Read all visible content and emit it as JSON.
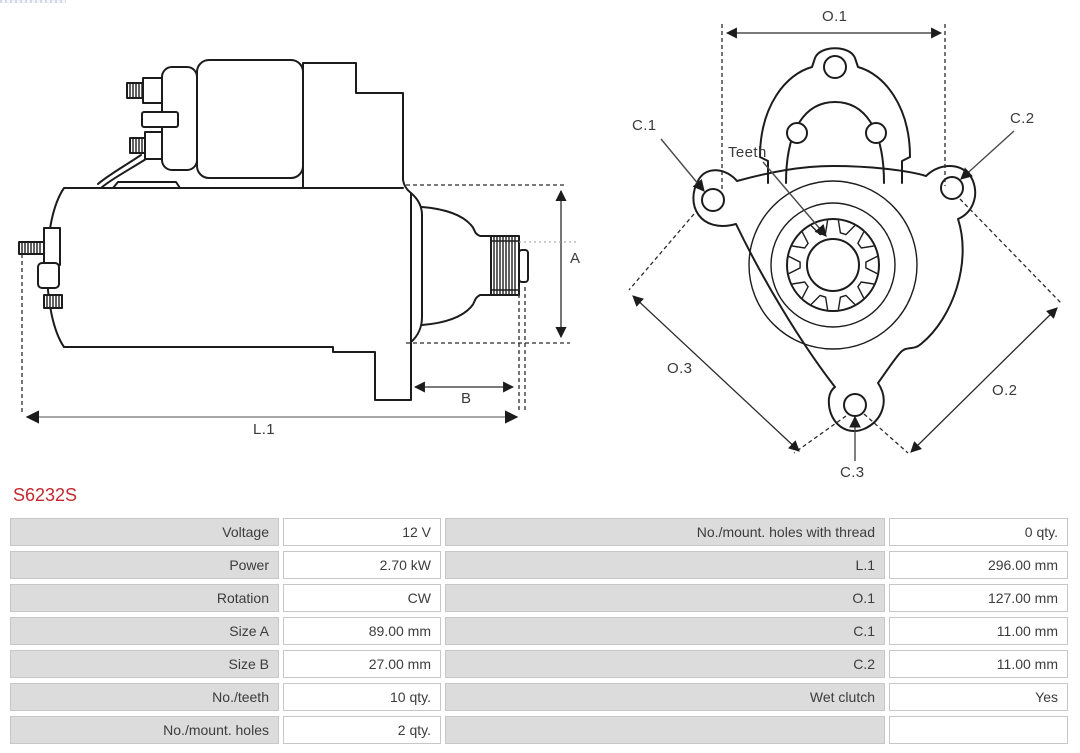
{
  "part_number": {
    "text": "S6232S",
    "color": "#c3292e"
  },
  "colors": {
    "line": "#1c1c1c",
    "accent_red": "#c3292e",
    "cell_label_bg": "#dcdcdc",
    "cell_border": "#c7c7c7",
    "text": "#3c3c3c"
  },
  "drawing": {
    "side_view_labels": {
      "A": "A",
      "B": "B",
      "L1": "L.1"
    },
    "front_view_labels": {
      "O1": "O.1",
      "O2": "O.2",
      "O3": "O.3",
      "C1": "C.1",
      "C2": "C.2",
      "C3": "C.3",
      "TEETH": "Teeth"
    }
  },
  "spec_table": {
    "rows": [
      {
        "l_label": "Voltage",
        "l_value": "12 V",
        "r_label": "No./mount. holes with thread",
        "r_value": "0 qty."
      },
      {
        "l_label": "Power",
        "l_value": "2.70 kW",
        "r_label": "L.1",
        "r_value": "296.00 mm"
      },
      {
        "l_label": "Rotation",
        "l_value": "CW",
        "r_label": "O.1",
        "r_value": "127.00 mm"
      },
      {
        "l_label": "Size A",
        "l_value": "89.00 mm",
        "r_label": "C.1",
        "r_value": "11.00 mm"
      },
      {
        "l_label": "Size B",
        "l_value": "27.00 mm",
        "r_label": "C.2",
        "r_value": "11.00 mm"
      },
      {
        "l_label": "No./teeth",
        "l_value": "10 qty.",
        "r_label": "Wet clutch",
        "r_value": "Yes"
      },
      {
        "l_label": "No./mount. holes",
        "l_value": "2 qty.",
        "r_label": "",
        "r_value": ""
      }
    ]
  }
}
